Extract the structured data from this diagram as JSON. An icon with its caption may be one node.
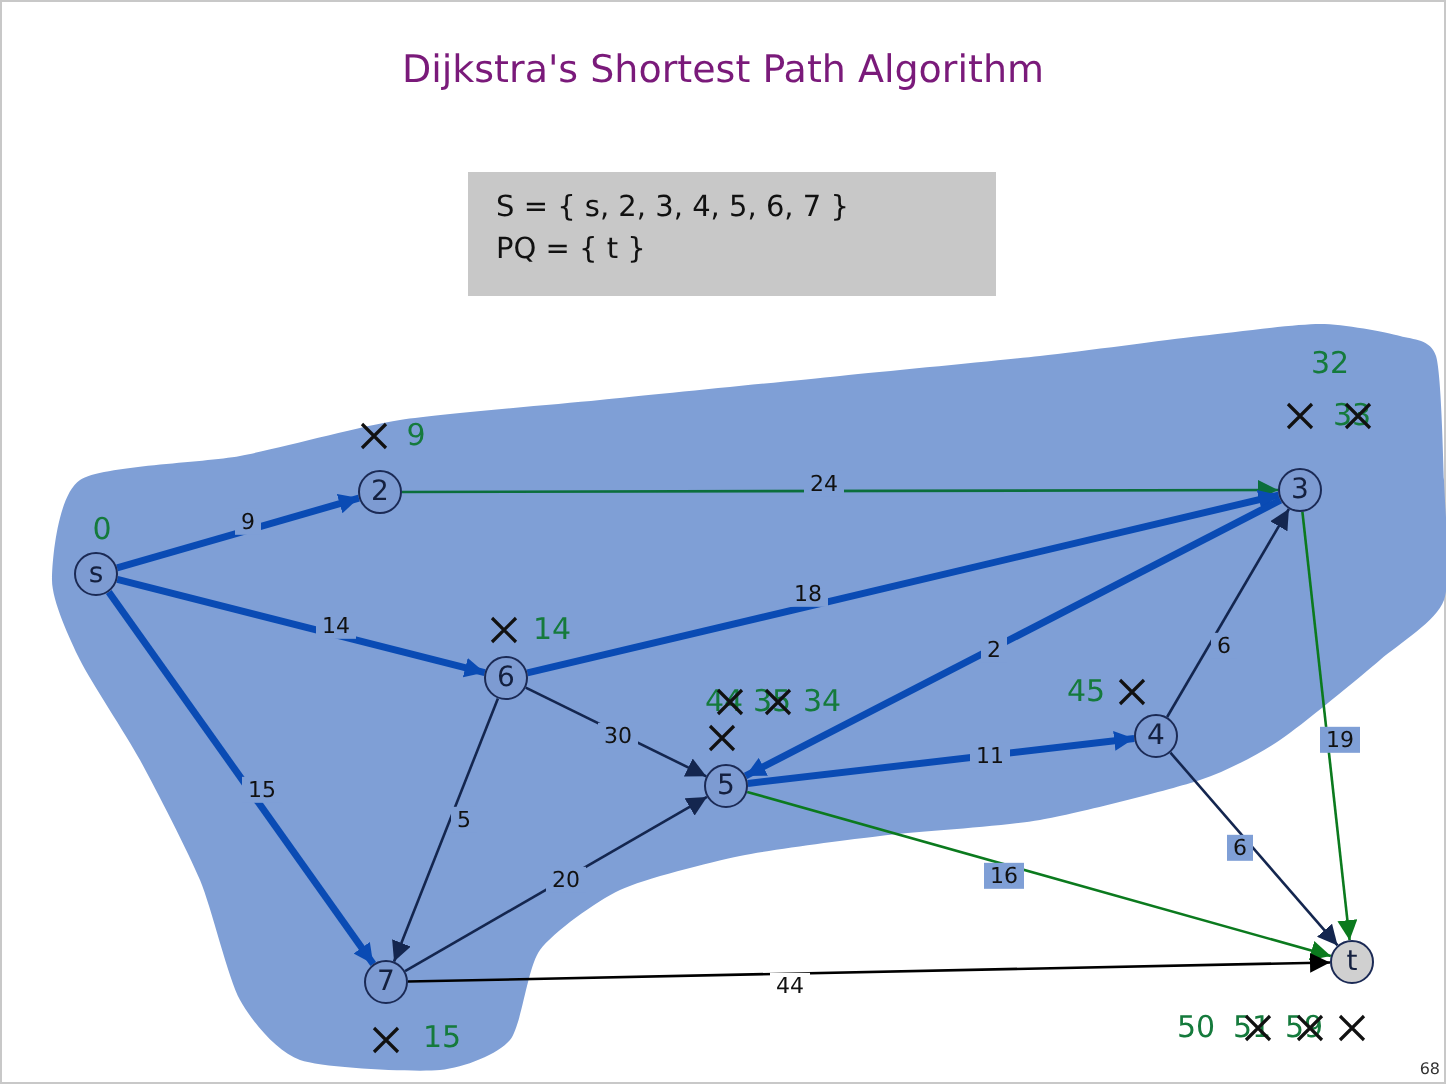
{
  "diagram": {
    "title": "Dijkstra's Shortest Path Algorithm",
    "nodes": [
      {
        "text": [
          "S = { s, 2, 3, 4, 5, 6, 7 }",
          "PQ = { t }"
        ]
      },
      {
        "text": [
          "s"
        ],
        "beside": [
          "0"
        ]
      },
      {
        "text": [
          "2"
        ],
        "beside": [
          "9"
        ]
      },
      {
        "text": [
          "3"
        ],
        "beside": [
          "32",
          "33"
        ]
      },
      {
        "text": [
          "6"
        ],
        "beside": [
          "14"
        ]
      },
      {
        "text": [
          "5"
        ],
        "beside": [
          "44",
          "35",
          "34"
        ]
      },
      {
        "text": [
          "4"
        ],
        "beside": [
          "45"
        ]
      },
      {
        "text": [
          "7"
        ],
        "beside": [
          "15"
        ]
      },
      {
        "text": [
          "t"
        ],
        "beside": [
          "50",
          "51",
          "59"
        ]
      }
    ],
    "edges": [
      {
        "from": 1,
        "to": 2,
        "arrow": "to",
        "label": "9",
        "style": "thick",
        "color": "#0a4bb4"
      },
      {
        "from": 1,
        "to": 4,
        "arrow": "to",
        "label": "14",
        "style": "thick",
        "color": "#0a4bb4"
      },
      {
        "from": 1,
        "to": 7,
        "arrow": "to",
        "label": "15",
        "style": "thick",
        "color": "#0a4bb4"
      },
      {
        "from": 2,
        "to": 3,
        "arrow": "to",
        "label": "24",
        "color": "#0b6e3c"
      },
      {
        "from": 4,
        "to": 3,
        "arrow": "to",
        "label": "18",
        "style": "thick",
        "color": "#0a4bb4"
      },
      {
        "from": 4,
        "to": 5,
        "arrow": "to",
        "label": "30",
        "color": "#14264f"
      },
      {
        "from": 4,
        "to": 7,
        "arrow": "to",
        "label": "5",
        "color": "#14264f"
      },
      {
        "from": 3,
        "to": 5,
        "arrow": "to",
        "label": "2",
        "style": "thick",
        "color": "#0a4bb4"
      },
      {
        "from": 5,
        "to": 6,
        "arrow": "to",
        "label": "11",
        "style": "thick",
        "color": "#0a4bb4"
      },
      {
        "from": 6,
        "to": 3,
        "arrow": "to",
        "label": "6",
        "color": "#14264f"
      },
      {
        "from": 3,
        "to": 8,
        "arrow": "to",
        "label": "19",
        "color": "#0b7a1e"
      },
      {
        "from": 6,
        "to": 8,
        "arrow": "to",
        "label": "6",
        "color": "#14264f"
      },
      {
        "from": 5,
        "to": 8,
        "arrow": "to",
        "label": "16",
        "color": "#0b7a1e"
      },
      {
        "from": 7,
        "to": 5,
        "arrow": "to",
        "label": "20",
        "color": "#14264f"
      },
      {
        "from": 7,
        "to": 8,
        "arrow": "to",
        "label": "44",
        "color": "#000000"
      }
    ],
    "labels": [
      "68"
    ]
  }
}
